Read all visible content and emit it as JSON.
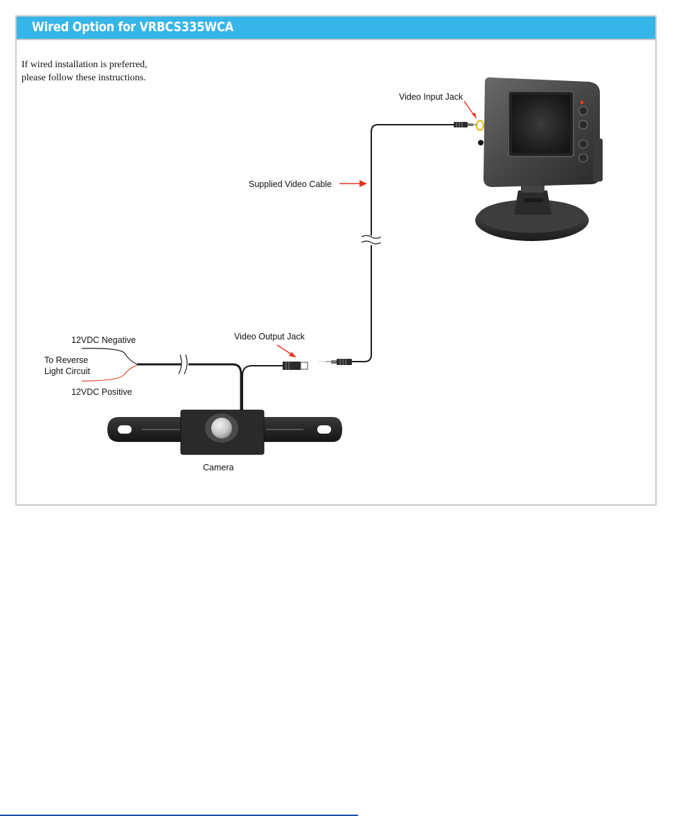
{
  "header": {
    "title": "Wired Option for VRBCS335WCA"
  },
  "intro": {
    "line1": "If wired installation is preferred,",
    "line2": "please follow these instructions."
  },
  "labels": {
    "video_input_jack": "Video Input Jack",
    "supplied_video_cable": "Supplied Video Cable",
    "video_output_jack": "Video Output Jack",
    "negative": "12VDC Negative",
    "reverse_line1": "To Reverse",
    "reverse_line2": "Light Circuit",
    "positive": "12VDC Positive",
    "camera": "Camera"
  },
  "colors": {
    "header_bg": "#35b5e8",
    "arrow": "#e8331e",
    "positive_wire": "#e8401e",
    "cable": "#1a1a1a",
    "jack_ring": "#e8b800"
  }
}
